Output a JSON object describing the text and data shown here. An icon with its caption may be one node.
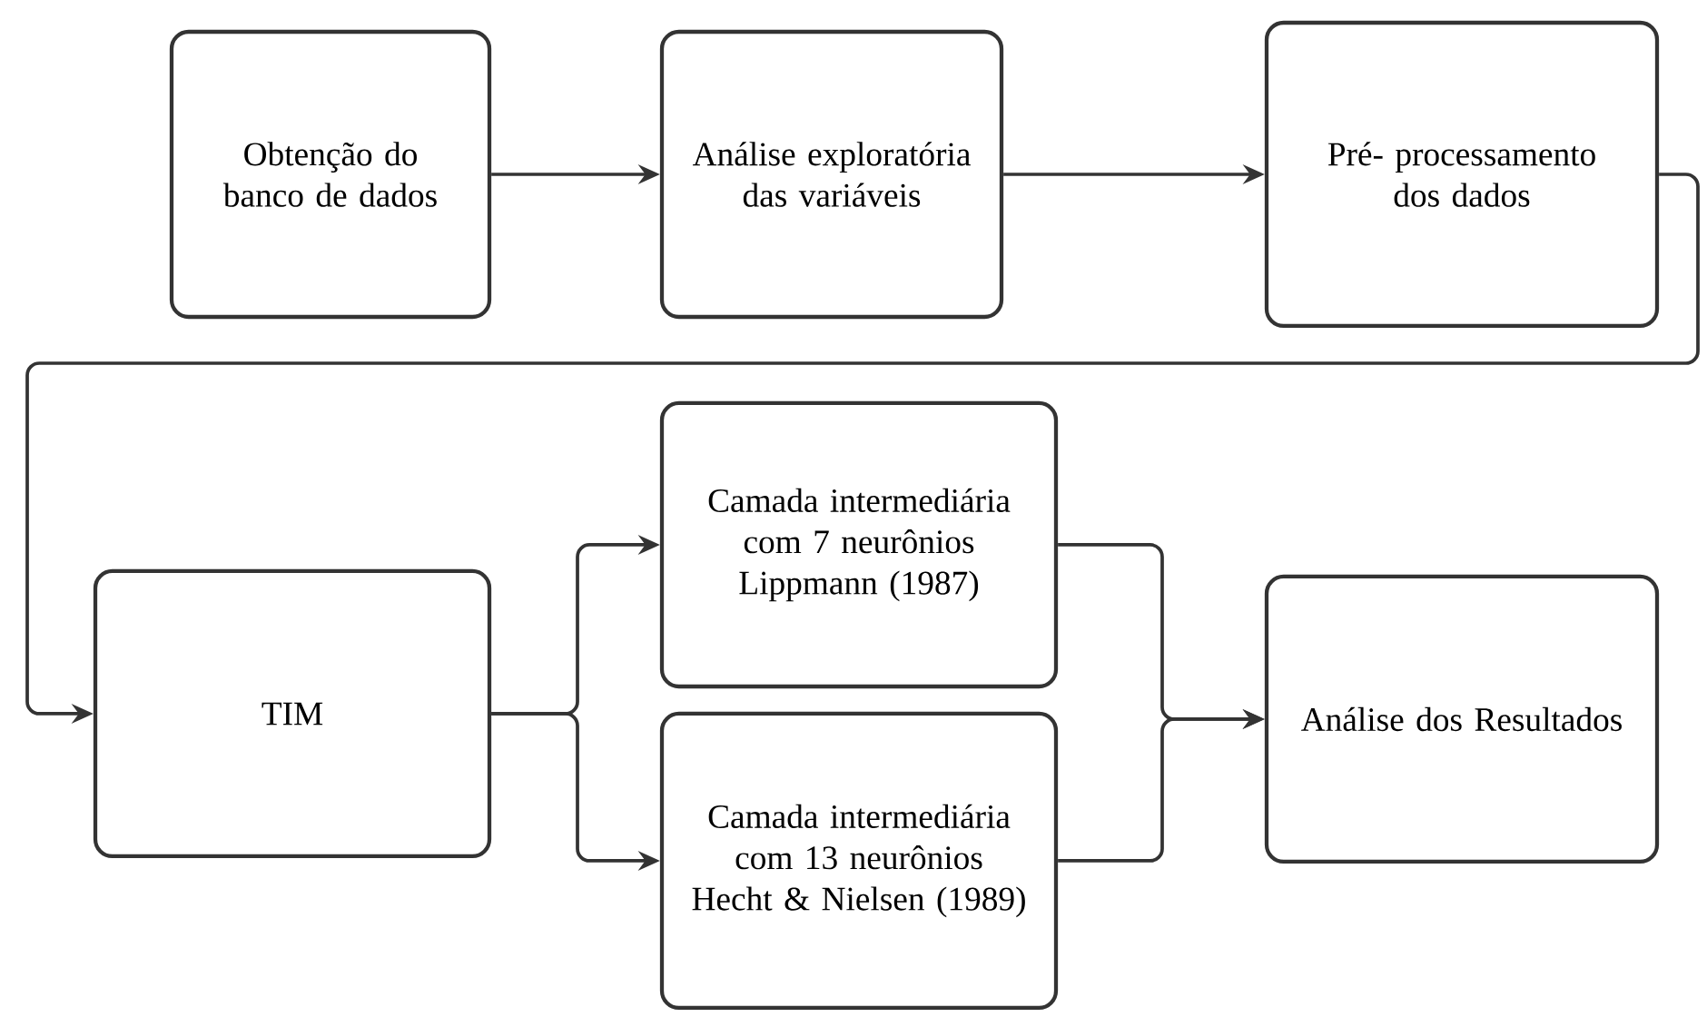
{
  "diagram": {
    "nodes": [
      {
        "text": [
          "Obtenção do banco de dados"
        ]
      },
      {
        "text": [
          "Análise exploratória das variáveis"
        ]
      },
      {
        "text": [
          "Pré- processamento dos dados"
        ]
      },
      {
        "text": [
          "TIM"
        ]
      },
      {
        "text": [
          "Camada intermediária com 7 neurônios Lippmann (1987)"
        ]
      },
      {
        "text": [
          "Camada intermediária com 13 neurônios Hecht & Nielsen (1989)"
        ]
      },
      {
        "text": [
          "Análise dos Resultados"
        ]
      }
    ],
    "edges": [
      {
        "from": 0,
        "to": 1,
        "arrow": "to"
      },
      {
        "from": 1,
        "to": 2,
        "arrow": "to"
      },
      {
        "from": 2,
        "to": 3,
        "arrow": "to"
      },
      {
        "from": 3,
        "to": 4,
        "arrow": "to"
      },
      {
        "from": 3,
        "to": 5,
        "arrow": "to"
      },
      {
        "from": 4,
        "to": 6,
        "arrow": "to"
      },
      {
        "from": 5,
        "to": 6,
        "arrow": "to"
      }
    ]
  }
}
